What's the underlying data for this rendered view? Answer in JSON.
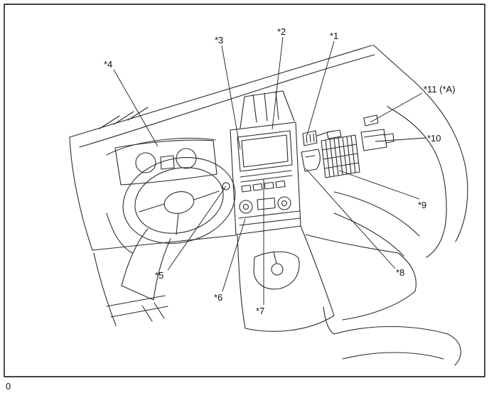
{
  "figure": {
    "page_marker": "0"
  },
  "colors": {
    "line": "#2b2b2b",
    "leader": "#1b1b1b",
    "border": "#000000",
    "background": "#ffffff"
  },
  "callouts": [
    {
      "id": "callout-1",
      "text": "*1"
    },
    {
      "id": "callout-2",
      "text": "*2"
    },
    {
      "id": "callout-3",
      "text": "*3"
    },
    {
      "id": "callout-4",
      "text": "*4"
    },
    {
      "id": "callout-5",
      "text": "*5"
    },
    {
      "id": "callout-6",
      "text": "*6"
    },
    {
      "id": "callout-7",
      "text": "*7"
    },
    {
      "id": "callout-8",
      "text": "*8"
    },
    {
      "id": "callout-9",
      "text": "*9"
    },
    {
      "id": "callout-10",
      "text": "*10"
    },
    {
      "id": "callout-11",
      "text": "*11 (*A)"
    }
  ]
}
